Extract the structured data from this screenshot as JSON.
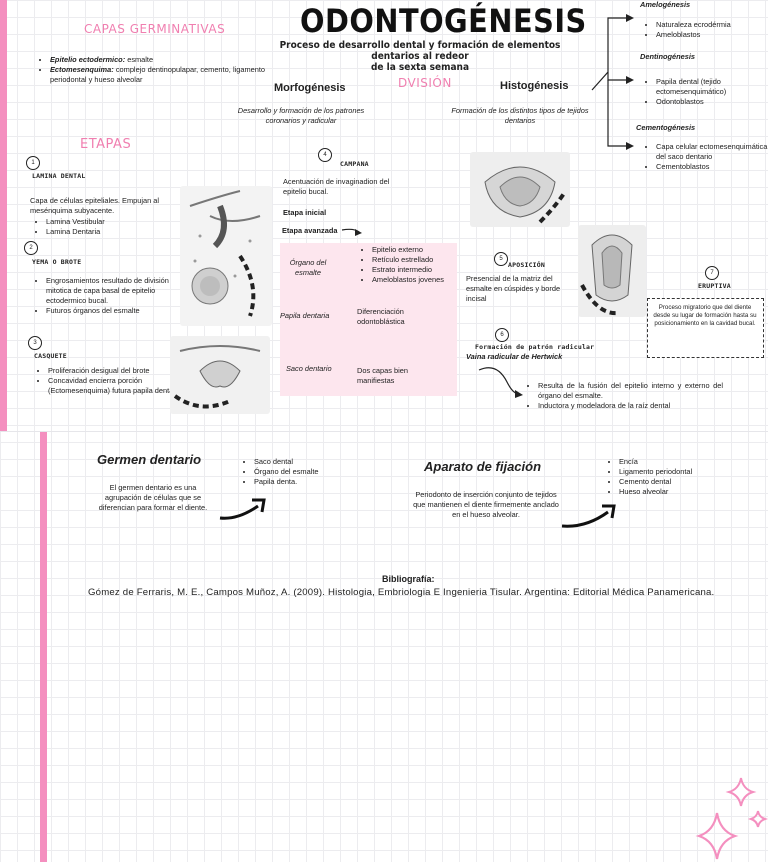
{
  "title": "ODONTOGÉNESIS",
  "subtitle_line1": "Proceso de desarrollo dental y formación de elementos dentarios al redeor",
  "subtitle_line2": "de la sexta semana",
  "capas": {
    "heading": "CAPAS GERMINATIVAS",
    "items": [
      {
        "term": "Epitelio ectodermico:",
        "text": "esmalte"
      },
      {
        "term": "Ectomesenquima:",
        "text": "complejo dentinopulapar, cemento, ligamento periodontal y hueso alveolar"
      }
    ]
  },
  "division": {
    "label": "DVISIÓN",
    "left_title": "Morfogénesis",
    "left_desc": "Desarrollo y formación de los patrones coronarios y radicular",
    "right_title": "Histogénesis",
    "right_desc": "Formación de los distintos tipos de tejidos dentarios"
  },
  "histo": {
    "amelo": {
      "title": "Amelogénesis",
      "items": [
        "Naturaleza ecrodérmia",
        "Ameloblastos"
      ]
    },
    "dentino": {
      "title": "Dentinogénesis",
      "items": [
        "Papila dental (tejido ectomesenquimático)",
        "Odontoblastos"
      ]
    },
    "cemento": {
      "title": "Cementogénesis",
      "items": [
        "Capa celular ectomesenquimática del saco dentario",
        "Cementoblastos"
      ]
    }
  },
  "etapas": {
    "heading": "ETAPAS",
    "s1": {
      "num": "1",
      "name": "LAMINA DENTAL",
      "desc": "Capa de células epiteliales. Empujan al mesénquima subyacente.",
      "items": [
        "Lamina Vestibular",
        "Lamina Dentaria"
      ]
    },
    "s2": {
      "num": "2",
      "name": "YEMA O BROTE",
      "items": [
        "Engrosamientos resultado de división mitotica de capa basal de epitelio ectodermico bucal.",
        "Futuros órganos del esmalte"
      ]
    },
    "s3": {
      "num": "3",
      "name": "CASQUETE",
      "items": [
        "Proliferación desigual del brote",
        "Concavidad encierra porción (Ectomesenquima) futura papila dentaria"
      ]
    },
    "s4": {
      "num": "4",
      "name": "CAMPANA",
      "desc": "Acentuación de invaginadion del epitelio bucal.",
      "initial": "Etapa inicial",
      "advanced": "Etapa avanzada"
    },
    "s5": {
      "num": "5",
      "name": "APOSICIÓN",
      "desc": "Presencial de la matriz del esmalte en cúspides y borde incisal"
    },
    "s6": {
      "num": "6",
      "name": "Formación de patrón radicular",
      "sub": "Vaina radicular de Hertwick",
      "items": [
        "Resulta de la fusión del epitelio interno y externo del órgano del esmalte.",
        "Inductora y modeladora de la raíz dental"
      ]
    },
    "s7": {
      "num": "7",
      "name": "ERUPTIVA",
      "desc": "Proceso migratorio que del diente desde su lugar de formación hasta su posicionamiento en la cavidad bucal."
    }
  },
  "campana_table": {
    "row1_label": "Órgano del esmalte",
    "row1_items": [
      "Epitelio externo",
      "Retículo estrellado",
      "Estrato intermedio",
      "Ameloblastos jovenes"
    ],
    "row2_label": "Papila dentaria",
    "row2_text": "Diferenciación odontoblástica",
    "row3_label": "Saco dentario",
    "row3_text": "Dos capas bien manifiestas"
  },
  "germen": {
    "title": "Germen dentario",
    "desc": "El germen dentario es una agrupación de células que se diferencian para formar el diente.",
    "items": [
      "Saco dental",
      "Órgano del esmalte",
      "Papila denta."
    ]
  },
  "fijacion": {
    "title": "Aparato de fijación",
    "desc": "Periodonto de inserción conjunto de tejidos que mantienen el diente firmemente anclado en el hueso alveolar.",
    "items": [
      "Encía",
      "Ligamento periodontal",
      "Cemento dental",
      "Hueso alveolar"
    ]
  },
  "biblio": {
    "title": "Bibliografía:",
    "text": "Gómez de Ferraris, M. E., Campos Muñoz, A. (2009). Histologia, Embriologia E Ingenieria Tisular. Argentina: Editorial Médica Panamericana."
  },
  "colors": {
    "accent": "#f07fb0",
    "bar": "#f48fbf",
    "table_bg": "#fde6ee"
  }
}
